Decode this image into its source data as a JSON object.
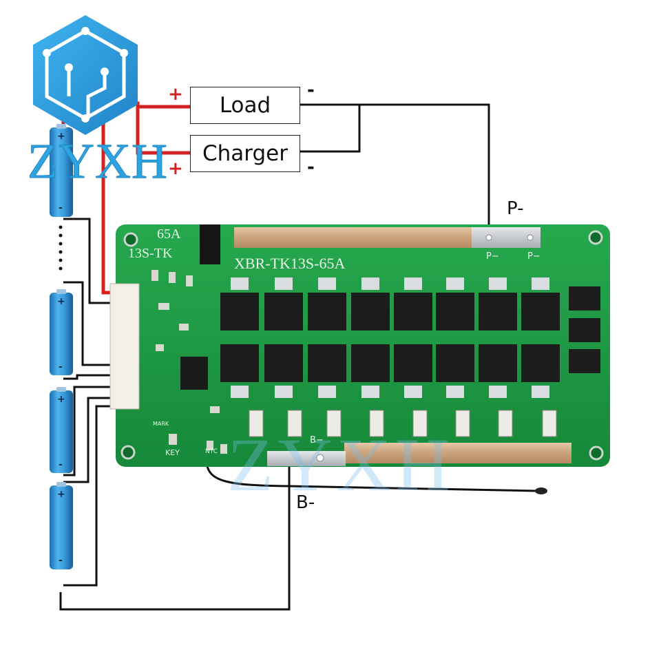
{
  "logo": {
    "text": "ZYXH",
    "color": "#2ea3e0"
  },
  "watermark": {
    "text": "ZYXH"
  },
  "labels": {
    "load": "Load",
    "charger": "Charger",
    "p_minus": "P-",
    "b_minus": "B-",
    "plus_sign": "+",
    "minus_sign": "-"
  },
  "board": {
    "current_rating": "65A",
    "series_code": "13S-TK",
    "model": "XBR-TK13S-65A",
    "p_pad_label": "P−",
    "b_pad_label": "B−",
    "key_label": "KEY",
    "ntc_label": "NTC",
    "mark_label": "MARK"
  },
  "colors": {
    "positive_wire": "#d42020",
    "negative_wire": "#111111",
    "pcb_green": "#1f9e45",
    "cell_blue": "#2f8fd0"
  },
  "cells": [
    {
      "positive": "+",
      "negative": "-"
    },
    {
      "positive": "+",
      "negative": "-"
    },
    {
      "positive": "+",
      "negative": "-"
    },
    {
      "positive": "+",
      "negative": "-"
    }
  ]
}
